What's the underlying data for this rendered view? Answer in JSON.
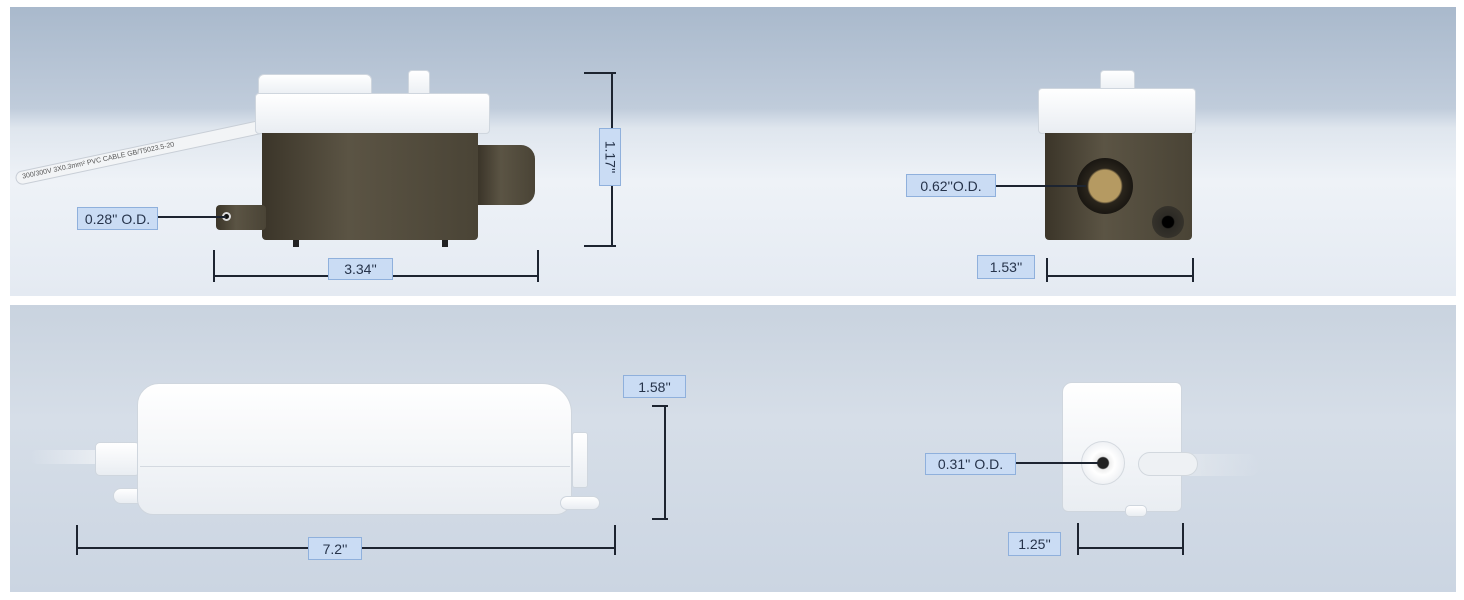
{
  "top_left_view": {
    "height_label": "1.17''",
    "width_label": "3.34''",
    "inlet_label": "0.28'' O.D.",
    "cable_print": "300/300V 3X0.3mm² PVC CABLE GB/T5023.5-20"
  },
  "top_right_view": {
    "outlet_label": "0.62''O.D.",
    "width_label": "1.53''"
  },
  "bottom_left_view": {
    "height_label": "1.58''",
    "width_label": "7.2''"
  },
  "bottom_right_view": {
    "outlet_label": "0.31'' O.D.",
    "width_label": "1.25''"
  },
  "colors": {
    "label_fill": "#cadcf4",
    "label_border": "#8fb0dc",
    "line": "#1d2430"
  }
}
